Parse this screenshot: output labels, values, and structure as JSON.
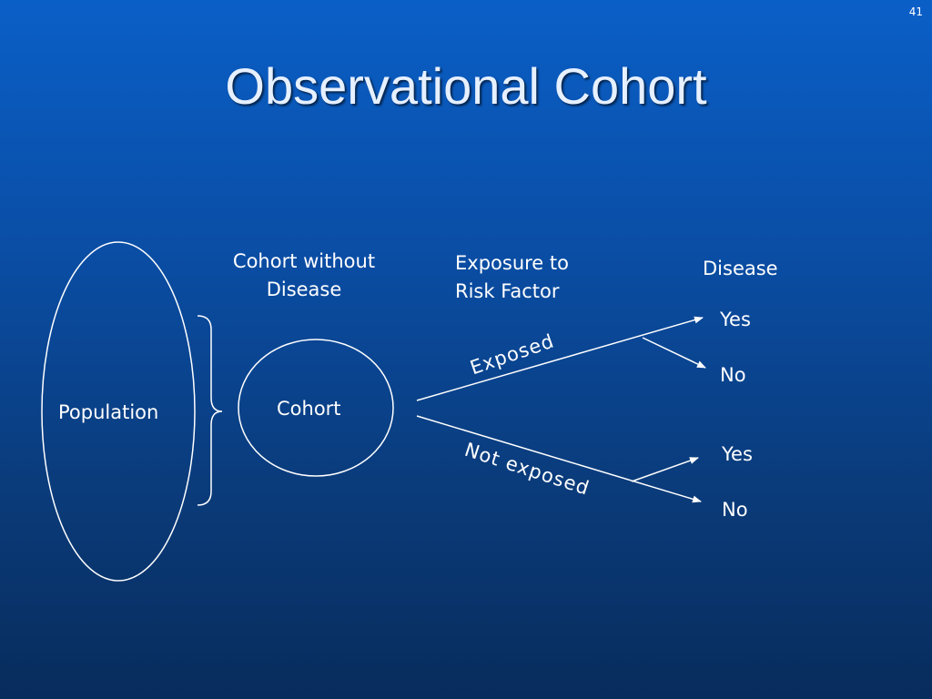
{
  "slide": {
    "page_number": "41",
    "title": "Observational Cohort"
  },
  "diagram": {
    "population_label": "Population",
    "cohort_label": "Cohort",
    "cohort_without_disease_heading": [
      "Cohort without",
      "Disease"
    ],
    "exposure_heading": [
      "Exposure to",
      "Risk Factor"
    ],
    "disease_heading": "Disease",
    "exposed_label": "Exposed",
    "not_exposed_label": "Not exposed",
    "exposed_outcomes": [
      "Yes",
      "No"
    ],
    "not_exposed_outcomes": [
      "Yes",
      "No"
    ]
  },
  "colors": {
    "background_top": "#0a5fc7",
    "background_bottom": "#082c5c",
    "line": "#ffffff",
    "title": "#e6f0ff"
  }
}
